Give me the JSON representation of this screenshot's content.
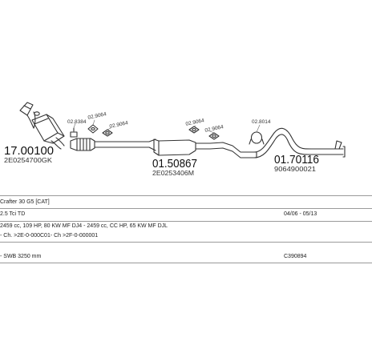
{
  "parts": {
    "front": {
      "number": "17.00100",
      "ref": "2E0254700GK"
    },
    "middle": {
      "number": "01.50867",
      "ref": "2E0253406M"
    },
    "rear": {
      "number": "01.70116",
      "ref": "9064900021"
    }
  },
  "fittings": [
    {
      "id": "f1",
      "code": "02.8384"
    },
    {
      "id": "f2",
      "code": "02.9064"
    },
    {
      "id": "f3",
      "code": "02.9064"
    },
    {
      "id": "f4",
      "code": "02.9064"
    },
    {
      "id": "f5",
      "code": "02.9064"
    },
    {
      "id": "f6",
      "code": "02.8014"
    }
  ],
  "info_rows": [
    {
      "left": "Crafter 30 G5  [CAT]",
      "right": ""
    },
    {
      "left": "2.5 Tci TD",
      "right": "04/06 - 05/13"
    },
    {
      "left": "2459 cc, 109 HP, 80 KW MF DJ4 - 2459 cc, CC HP, 65 KW MF DJL",
      "right": ""
    },
    {
      "left": "- Ch. >2E-0-000C01- Ch >2F-0-000001",
      "right": ""
    },
    {
      "left": "",
      "right": ""
    },
    {
      "left": "- SWB 3250 mm",
      "right": "C390894"
    }
  ]
}
